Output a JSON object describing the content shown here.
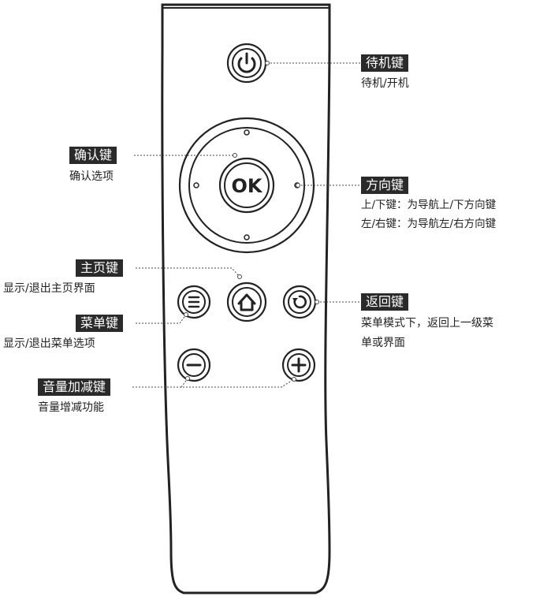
{
  "ok_label": "OK",
  "labels": {
    "standby": {
      "tag": "待机键",
      "desc": [
        "待机/开机"
      ]
    },
    "confirm": {
      "tag": "确认键",
      "desc": [
        "确认选项"
      ]
    },
    "direction": {
      "tag": "方向键",
      "desc": [
        "上/下键：为导航上/下方向键",
        "左/右键：为导航左/右方向键"
      ]
    },
    "home": {
      "tag": "主页键",
      "desc": [
        "显示/退出主页界面"
      ]
    },
    "back": {
      "tag": "返回键",
      "desc": [
        "菜单模式下，返回上一级菜",
        "单或界面"
      ]
    },
    "menu": {
      "tag": "菜单键",
      "desc": [
        "显示/退出菜单选项"
      ]
    },
    "volume": {
      "tag": "音量加减键",
      "desc": [
        "音量增减功能"
      ]
    }
  },
  "icons": {
    "power": "power-icon",
    "home": "home-icon",
    "menu": "menu-icon",
    "back": "back-arrow-icon",
    "minus": "minus-icon",
    "plus": "plus-icon"
  },
  "colors": {
    "ink": "#222222",
    "tag_bg": "#2a2a2a",
    "tag_text": "#ffffff",
    "body_fill": "#ffffff"
  }
}
